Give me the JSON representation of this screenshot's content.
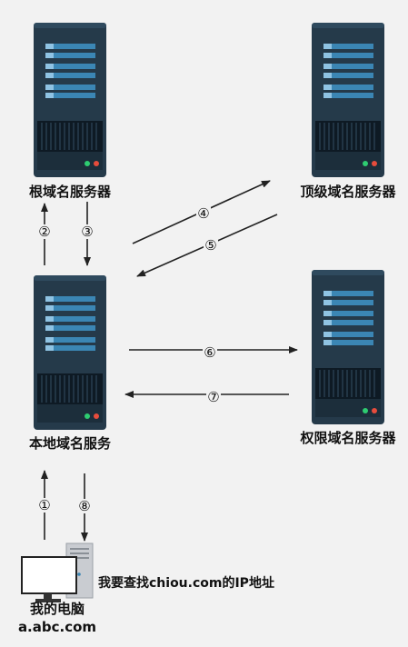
{
  "servers": {
    "root": {
      "label": "根域名服务器"
    },
    "tld": {
      "label": "顶级域名服务器"
    },
    "local": {
      "label": "本地域名服务"
    },
    "authoritative": {
      "label": "权限域名服务器"
    }
  },
  "computer": {
    "name": "我的电脑",
    "host": "a.abc.com",
    "query": "我要查找chiou.com的IP地址"
  },
  "steps": {
    "s1": "①",
    "s2": "②",
    "s3": "③",
    "s4": "④",
    "s5": "⑤",
    "s6": "⑥",
    "s7": "⑦",
    "s8": "⑧"
  },
  "colors": {
    "server_body": "#253a4a",
    "server_stripe": "#3b86b4",
    "server_grill": "#0e1a24",
    "led_green": "#2ecc71",
    "led_red": "#e74c3c",
    "arrow": "#222222"
  }
}
